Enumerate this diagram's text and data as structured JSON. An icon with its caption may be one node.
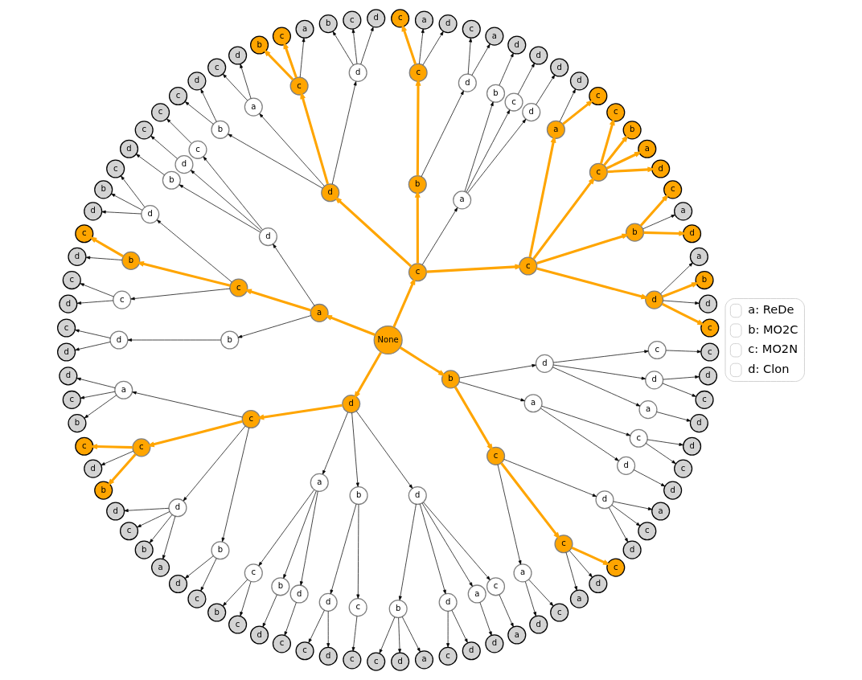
{
  "diagram": {
    "nodes": [
      {
        "text": [
          "None"
        ]
      },
      {
        "text": [
          "c"
        ]
      },
      {
        "text": [
          "c"
        ]
      },
      {
        "text": [
          "d"
        ]
      },
      {
        "text": [
          "c"
        ]
      },
      {
        "text": [
          "d"
        ]
      },
      {
        "text": [
          "b"
        ]
      },
      {
        "text": [
          "a"
        ]
      },
      {
        "text": [
          "b"
        ]
      },
      {
        "text": [
          "d"
        ]
      },
      {
        "text": [
          "a"
        ]
      },
      {
        "text": [
          "c"
        ]
      },
      {
        "text": [
          "c"
        ]
      },
      {
        "text": [
          "d"
        ]
      },
      {
        "text": [
          "a"
        ]
      },
      {
        "text": [
          "b"
        ]
      },
      {
        "text": [
          "c"
        ]
      },
      {
        "text": [
          "a"
        ]
      },
      {
        "text": [
          "c"
        ]
      },
      {
        "text": [
          "d"
        ]
      },
      {
        "text": [
          "a"
        ]
      },
      {
        "text": [
          "d"
        ]
      },
      {
        "text": [
          "d"
        ]
      },
      {
        "text": [
          "c"
        ]
      },
      {
        "text": [
          "d"
        ]
      },
      {
        "text": [
          "b"
        ]
      },
      {
        "text": [
          "d"
        ]
      },
      {
        "text": [
          "b"
        ]
      },
      {
        "text": [
          "d"
        ]
      },
      {
        "text": [
          "a"
        ]
      },
      {
        "text": [
          "c"
        ]
      },
      {
        "text": [
          "c"
        ]
      },
      {
        "text": [
          "d"
        ]
      },
      {
        "text": [
          "a"
        ]
      },
      {
        "text": [
          "c"
        ]
      },
      {
        "text": [
          "d"
        ]
      },
      {
        "text": [
          "d"
        ]
      },
      {
        "text": [
          "d"
        ]
      },
      {
        "text": [
          "c"
        ]
      },
      {
        "text": [
          "b"
        ]
      },
      {
        "text": [
          "c"
        ]
      },
      {
        "text": [
          "a"
        ]
      },
      {
        "text": [
          "c"
        ]
      },
      {
        "text": [
          "b"
        ]
      },
      {
        "text": [
          "a"
        ]
      },
      {
        "text": [
          "d"
        ]
      },
      {
        "text": [
          "c"
        ]
      },
      {
        "text": [
          "b"
        ]
      },
      {
        "text": [
          "d"
        ]
      },
      {
        "text": [
          "c"
        ]
      },
      {
        "text": [
          "a"
        ]
      },
      {
        "text": [
          "d"
        ]
      },
      {
        "text": [
          "c"
        ]
      },
      {
        "text": [
          "c"
        ]
      },
      {
        "text": [
          "d"
        ]
      },
      {
        "text": [
          "c"
        ]
      },
      {
        "text": [
          "b"
        ]
      },
      {
        "text": [
          "d"
        ]
      },
      {
        "text": [
          "c"
        ]
      },
      {
        "text": [
          "d"
        ]
      },
      {
        "text": [
          "c"
        ]
      },
      {
        "text": [
          "b"
        ]
      },
      {
        "text": [
          "d"
        ]
      },
      {
        "text": [
          "b"
        ]
      },
      {
        "text": [
          "c"
        ]
      },
      {
        "text": [
          "d"
        ]
      },
      {
        "text": [
          "c"
        ]
      },
      {
        "text": [
          "c"
        ]
      },
      {
        "text": [
          "d"
        ]
      },
      {
        "text": [
          "b"
        ]
      },
      {
        "text": [
          "d"
        ]
      },
      {
        "text": [
          "c"
        ]
      },
      {
        "text": [
          "d"
        ]
      },
      {
        "text": [
          "d"
        ]
      },
      {
        "text": [
          "c"
        ]
      },
      {
        "text": [
          "a"
        ]
      },
      {
        "text": [
          "d"
        ]
      },
      {
        "text": [
          "c"
        ]
      },
      {
        "text": [
          "b"
        ]
      },
      {
        "text": [
          "c"
        ]
      },
      {
        "text": [
          "c"
        ]
      },
      {
        "text": [
          "d"
        ]
      },
      {
        "text": [
          "b"
        ]
      },
      {
        "text": [
          "d"
        ]
      },
      {
        "text": [
          "d"
        ]
      },
      {
        "text": [
          "c"
        ]
      },
      {
        "text": [
          "b"
        ]
      },
      {
        "text": [
          "a"
        ]
      },
      {
        "text": [
          "b"
        ]
      },
      {
        "text": [
          "d"
        ]
      },
      {
        "text": [
          "c"
        ]
      },
      {
        "text": [
          "a"
        ]
      },
      {
        "text": [
          "c"
        ]
      },
      {
        "text": [
          "b"
        ]
      },
      {
        "text": [
          "c"
        ]
      },
      {
        "text": [
          "b"
        ]
      },
      {
        "text": [
          "d"
        ]
      },
      {
        "text": [
          "d"
        ]
      },
      {
        "text": [
          "c"
        ]
      },
      {
        "text": [
          "b"
        ]
      },
      {
        "text": [
          "d"
        ]
      },
      {
        "text": [
          "c"
        ]
      },
      {
        "text": [
          "d"
        ]
      },
      {
        "text": [
          "c"
        ]
      },
      {
        "text": [
          "c"
        ]
      },
      {
        "text": [
          "d"
        ]
      },
      {
        "text": [
          "b"
        ]
      },
      {
        "text": [
          "c"
        ]
      },
      {
        "text": [
          "d"
        ]
      },
      {
        "text": [
          "a"
        ]
      },
      {
        "text": [
          "d"
        ]
      },
      {
        "text": [
          "c"
        ]
      },
      {
        "text": [
          "d"
        ]
      },
      {
        "text": [
          "a"
        ]
      },
      {
        "text": [
          "d"
        ]
      },
      {
        "text": [
          "c"
        ]
      },
      {
        "text": [
          "a"
        ]
      },
      {
        "text": [
          "b"
        ]
      },
      {
        "text": [
          "c"
        ]
      },
      {
        "text": [
          "a"
        ]
      },
      {
        "text": [
          "d"
        ]
      },
      {
        "text": [
          "c"
        ]
      },
      {
        "text": [
          "c"
        ]
      },
      {
        "text": [
          "a"
        ]
      },
      {
        "text": [
          "d"
        ]
      },
      {
        "text": [
          "c"
        ]
      },
      {
        "text": [
          "d"
        ]
      },
      {
        "text": [
          "d"
        ]
      },
      {
        "text": [
          "c"
        ]
      },
      {
        "text": [
          "a"
        ]
      },
      {
        "text": [
          "a"
        ]
      },
      {
        "text": [
          "d"
        ]
      },
      {
        "text": [
          "d"
        ]
      },
      {
        "text": [
          "c"
        ]
      },
      {
        "text": [
          "c"
        ]
      },
      {
        "text": [
          "d"
        ]
      },
      {
        "text": [
          "d"
        ]
      },
      {
        "text": [
          "a"
        ]
      },
      {
        "text": [
          "d"
        ]
      },
      {
        "text": [
          "d"
        ]
      },
      {
        "text": [
          "c"
        ]
      },
      {
        "text": [
          "d"
        ]
      },
      {
        "text": [
          "c"
        ]
      },
      {
        "text": [
          "c"
        ]
      }
    ],
    "edges": [
      {
        "from": 0,
        "to": 1,
        "arrow": "to",
        "style": "thick",
        "color": "#ffa500"
      },
      {
        "from": 1,
        "to": 2,
        "arrow": "to",
        "style": "thick",
        "color": "#ffa500"
      },
      {
        "from": 2,
        "to": 3,
        "arrow": "to",
        "style": "thick",
        "color": "#ffa500"
      },
      {
        "from": 3,
        "to": 4,
        "arrow": "to",
        "style": "thick",
        "color": "#ffa500"
      },
      {
        "from": 3,
        "to": 5,
        "arrow": "to"
      },
      {
        "from": 3,
        "to": 6,
        "arrow": "to",
        "style": "thick",
        "color": "#ffa500"
      },
      {
        "from": 3,
        "to": 7,
        "arrow": "to"
      },
      {
        "from": 2,
        "to": 8,
        "arrow": "to",
        "style": "thick",
        "color": "#ffa500"
      },
      {
        "from": 8,
        "to": 9,
        "arrow": "to",
        "style": "thick",
        "color": "#ffa500"
      },
      {
        "from": 8,
        "to": 10,
        "arrow": "to"
      },
      {
        "from": 8,
        "to": 11,
        "arrow": "to",
        "style": "thick",
        "color": "#ffa500"
      },
      {
        "from": 2,
        "to": 12,
        "arrow": "to",
        "style": "thick",
        "color": "#ffa500"
      },
      {
        "from": 12,
        "to": 13,
        "arrow": "to",
        "style": "thick",
        "color": "#ffa500"
      },
      {
        "from": 12,
        "to": 14,
        "arrow": "to",
        "style": "thick",
        "color": "#ffa500"
      },
      {
        "from": 12,
        "to": 15,
        "arrow": "to",
        "style": "thick",
        "color": "#ffa500"
      },
      {
        "from": 12,
        "to": 16,
        "arrow": "to",
        "style": "thick",
        "color": "#ffa500"
      },
      {
        "from": 2,
        "to": 17,
        "arrow": "to",
        "style": "thick",
        "color": "#ffa500"
      },
      {
        "from": 17,
        "to": 18,
        "arrow": "to",
        "style": "thick",
        "color": "#ffa500"
      },
      {
        "from": 17,
        "to": 19,
        "arrow": "to"
      },
      {
        "from": 1,
        "to": 20,
        "arrow": "to"
      },
      {
        "from": 20,
        "to": 21,
        "arrow": "to"
      },
      {
        "from": 21,
        "to": 22,
        "arrow": "to"
      },
      {
        "from": 20,
        "to": 23,
        "arrow": "to"
      },
      {
        "from": 23,
        "to": 24,
        "arrow": "to"
      },
      {
        "from": 20,
        "to": 25,
        "arrow": "to"
      },
      {
        "from": 25,
        "to": 26,
        "arrow": "to"
      },
      {
        "from": 1,
        "to": 27,
        "arrow": "to",
        "style": "thick",
        "color": "#ffa500"
      },
      {
        "from": 27,
        "to": 28,
        "arrow": "to"
      },
      {
        "from": 28,
        "to": 29,
        "arrow": "to"
      },
      {
        "from": 28,
        "to": 30,
        "arrow": "to"
      },
      {
        "from": 27,
        "to": 31,
        "arrow": "to",
        "style": "thick",
        "color": "#ffa500"
      },
      {
        "from": 31,
        "to": 32,
        "arrow": "to"
      },
      {
        "from": 31,
        "to": 33,
        "arrow": "to"
      },
      {
        "from": 31,
        "to": 34,
        "arrow": "to",
        "style": "thick",
        "color": "#ffa500"
      },
      {
        "from": 1,
        "to": 35,
        "arrow": "to",
        "style": "thick",
        "color": "#ffa500"
      },
      {
        "from": 35,
        "to": 36,
        "arrow": "to"
      },
      {
        "from": 36,
        "to": 37,
        "arrow": "to"
      },
      {
        "from": 36,
        "to": 38,
        "arrow": "to"
      },
      {
        "from": 36,
        "to": 39,
        "arrow": "to"
      },
      {
        "from": 35,
        "to": 40,
        "arrow": "to",
        "style": "thick",
        "color": "#ffa500"
      },
      {
        "from": 40,
        "to": 41,
        "arrow": "to"
      },
      {
        "from": 40,
        "to": 42,
        "arrow": "to",
        "style": "thick",
        "color": "#ffa500"
      },
      {
        "from": 40,
        "to": 43,
        "arrow": "to",
        "style": "thick",
        "color": "#ffa500"
      },
      {
        "from": 35,
        "to": 44,
        "arrow": "to"
      },
      {
        "from": 44,
        "to": 45,
        "arrow": "to"
      },
      {
        "from": 44,
        "to": 46,
        "arrow": "to"
      },
      {
        "from": 35,
        "to": 47,
        "arrow": "to"
      },
      {
        "from": 47,
        "to": 48,
        "arrow": "to"
      },
      {
        "from": 47,
        "to": 49,
        "arrow": "to"
      },
      {
        "from": 0,
        "to": 50,
        "arrow": "to",
        "style": "thick",
        "color": "#ffa500"
      },
      {
        "from": 50,
        "to": 51,
        "arrow": "to"
      },
      {
        "from": 51,
        "to": 52,
        "arrow": "to"
      },
      {
        "from": 52,
        "to": 53,
        "arrow": "to"
      },
      {
        "from": 51,
        "to": 54,
        "arrow": "to"
      },
      {
        "from": 54,
        "to": 55,
        "arrow": "to"
      },
      {
        "from": 51,
        "to": 56,
        "arrow": "to"
      },
      {
        "from": 56,
        "to": 57,
        "arrow": "to"
      },
      {
        "from": 50,
        "to": 58,
        "arrow": "to",
        "style": "thick",
        "color": "#ffa500"
      },
      {
        "from": 58,
        "to": 59,
        "arrow": "to"
      },
      {
        "from": 59,
        "to": 60,
        "arrow": "to"
      },
      {
        "from": 59,
        "to": 61,
        "arrow": "to"
      },
      {
        "from": 59,
        "to": 62,
        "arrow": "to"
      },
      {
        "from": 58,
        "to": 63,
        "arrow": "to",
        "style": "thick",
        "color": "#ffa500"
      },
      {
        "from": 63,
        "to": 64,
        "arrow": "to",
        "style": "thick",
        "color": "#ffa500"
      },
      {
        "from": 63,
        "to": 65,
        "arrow": "to"
      },
      {
        "from": 58,
        "to": 66,
        "arrow": "to"
      },
      {
        "from": 66,
        "to": 67,
        "arrow": "to"
      },
      {
        "from": 66,
        "to": 68,
        "arrow": "to"
      },
      {
        "from": 50,
        "to": 69,
        "arrow": "to"
      },
      {
        "from": 69,
        "to": 70,
        "arrow": "to"
      },
      {
        "from": 70,
        "to": 71,
        "arrow": "to"
      },
      {
        "from": 70,
        "to": 72,
        "arrow": "to"
      },
      {
        "from": 0,
        "to": 73,
        "arrow": "to",
        "style": "thick",
        "color": "#ffa500"
      },
      {
        "from": 73,
        "to": 74,
        "arrow": "to",
        "style": "thick",
        "color": "#ffa500"
      },
      {
        "from": 74,
        "to": 75,
        "arrow": "to"
      },
      {
        "from": 75,
        "to": 76,
        "arrow": "to"
      },
      {
        "from": 75,
        "to": 77,
        "arrow": "to"
      },
      {
        "from": 75,
        "to": 78,
        "arrow": "to"
      },
      {
        "from": 74,
        "to": 79,
        "arrow": "to",
        "style": "thick",
        "color": "#ffa500"
      },
      {
        "from": 79,
        "to": 80,
        "arrow": "to",
        "style": "thick",
        "color": "#ffa500"
      },
      {
        "from": 79,
        "to": 81,
        "arrow": "to"
      },
      {
        "from": 79,
        "to": 82,
        "arrow": "to",
        "style": "thick",
        "color": "#ffa500"
      },
      {
        "from": 74,
        "to": 83,
        "arrow": "to"
      },
      {
        "from": 83,
        "to": 84,
        "arrow": "to"
      },
      {
        "from": 83,
        "to": 85,
        "arrow": "to"
      },
      {
        "from": 83,
        "to": 86,
        "arrow": "to"
      },
      {
        "from": 83,
        "to": 87,
        "arrow": "to"
      },
      {
        "from": 74,
        "to": 88,
        "arrow": "to"
      },
      {
        "from": 88,
        "to": 89,
        "arrow": "to"
      },
      {
        "from": 88,
        "to": 90,
        "arrow": "to"
      },
      {
        "from": 73,
        "to": 91,
        "arrow": "to"
      },
      {
        "from": 91,
        "to": 92,
        "arrow": "to"
      },
      {
        "from": 92,
        "to": 93,
        "arrow": "to"
      },
      {
        "from": 92,
        "to": 94,
        "arrow": "to"
      },
      {
        "from": 91,
        "to": 95,
        "arrow": "to"
      },
      {
        "from": 95,
        "to": 96,
        "arrow": "to"
      },
      {
        "from": 91,
        "to": 97,
        "arrow": "to"
      },
      {
        "from": 97,
        "to": 98,
        "arrow": "to"
      },
      {
        "from": 73,
        "to": 99,
        "arrow": "to"
      },
      {
        "from": 99,
        "to": 100,
        "arrow": "to"
      },
      {
        "from": 100,
        "to": 101,
        "arrow": "to"
      },
      {
        "from": 100,
        "to": 102,
        "arrow": "to"
      },
      {
        "from": 99,
        "to": 103,
        "arrow": "to"
      },
      {
        "from": 103,
        "to": 104,
        "arrow": "to"
      },
      {
        "from": 73,
        "to": 105,
        "arrow": "to"
      },
      {
        "from": 105,
        "to": 106,
        "arrow": "to"
      },
      {
        "from": 106,
        "to": 107,
        "arrow": "to"
      },
      {
        "from": 106,
        "to": 108,
        "arrow": "to"
      },
      {
        "from": 106,
        "to": 109,
        "arrow": "to"
      },
      {
        "from": 105,
        "to": 110,
        "arrow": "to"
      },
      {
        "from": 110,
        "to": 111,
        "arrow": "to"
      },
      {
        "from": 110,
        "to": 112,
        "arrow": "to"
      },
      {
        "from": 105,
        "to": 113,
        "arrow": "to"
      },
      {
        "from": 113,
        "to": 114,
        "arrow": "to"
      },
      {
        "from": 105,
        "to": 115,
        "arrow": "to"
      },
      {
        "from": 115,
        "to": 116,
        "arrow": "to"
      },
      {
        "from": 0,
        "to": 117,
        "arrow": "to",
        "style": "thick",
        "color": "#ffa500"
      },
      {
        "from": 117,
        "to": 118,
        "arrow": "to",
        "style": "thick",
        "color": "#ffa500"
      },
      {
        "from": 118,
        "to": 119,
        "arrow": "to"
      },
      {
        "from": 119,
        "to": 120,
        "arrow": "to"
      },
      {
        "from": 119,
        "to": 121,
        "arrow": "to"
      },
      {
        "from": 118,
        "to": 122,
        "arrow": "to",
        "style": "thick",
        "color": "#ffa500"
      },
      {
        "from": 122,
        "to": 123,
        "arrow": "to"
      },
      {
        "from": 122,
        "to": 124,
        "arrow": "to"
      },
      {
        "from": 122,
        "to": 125,
        "arrow": "to",
        "style": "thick",
        "color": "#ffa500"
      },
      {
        "from": 118,
        "to": 126,
        "arrow": "to"
      },
      {
        "from": 126,
        "to": 127,
        "arrow": "to"
      },
      {
        "from": 126,
        "to": 128,
        "arrow": "to"
      },
      {
        "from": 126,
        "to": 129,
        "arrow": "to"
      },
      {
        "from": 117,
        "to": 130,
        "arrow": "to"
      },
      {
        "from": 130,
        "to": 131,
        "arrow": "to"
      },
      {
        "from": 131,
        "to": 132,
        "arrow": "to"
      },
      {
        "from": 130,
        "to": 133,
        "arrow": "to"
      },
      {
        "from": 133,
        "to": 134,
        "arrow": "to"
      },
      {
        "from": 133,
        "to": 135,
        "arrow": "to"
      },
      {
        "from": 117,
        "to": 136,
        "arrow": "to"
      },
      {
        "from": 136,
        "to": 137,
        "arrow": "to"
      },
      {
        "from": 137,
        "to": 138,
        "arrow": "to"
      },
      {
        "from": 136,
        "to": 139,
        "arrow": "to"
      },
      {
        "from": 139,
        "to": 140,
        "arrow": "to"
      },
      {
        "from": 139,
        "to": 141,
        "arrow": "to"
      },
      {
        "from": 136,
        "to": 142,
        "arrow": "to"
      },
      {
        "from": 142,
        "to": 143,
        "arrow": "to"
      }
    ],
    "legend": [
      {
        "text": "a: ReDe"
      },
      {
        "text": "b: MO2C"
      },
      {
        "text": "c: MO2N"
      },
      {
        "text": "d: Clon"
      }
    ]
  }
}
